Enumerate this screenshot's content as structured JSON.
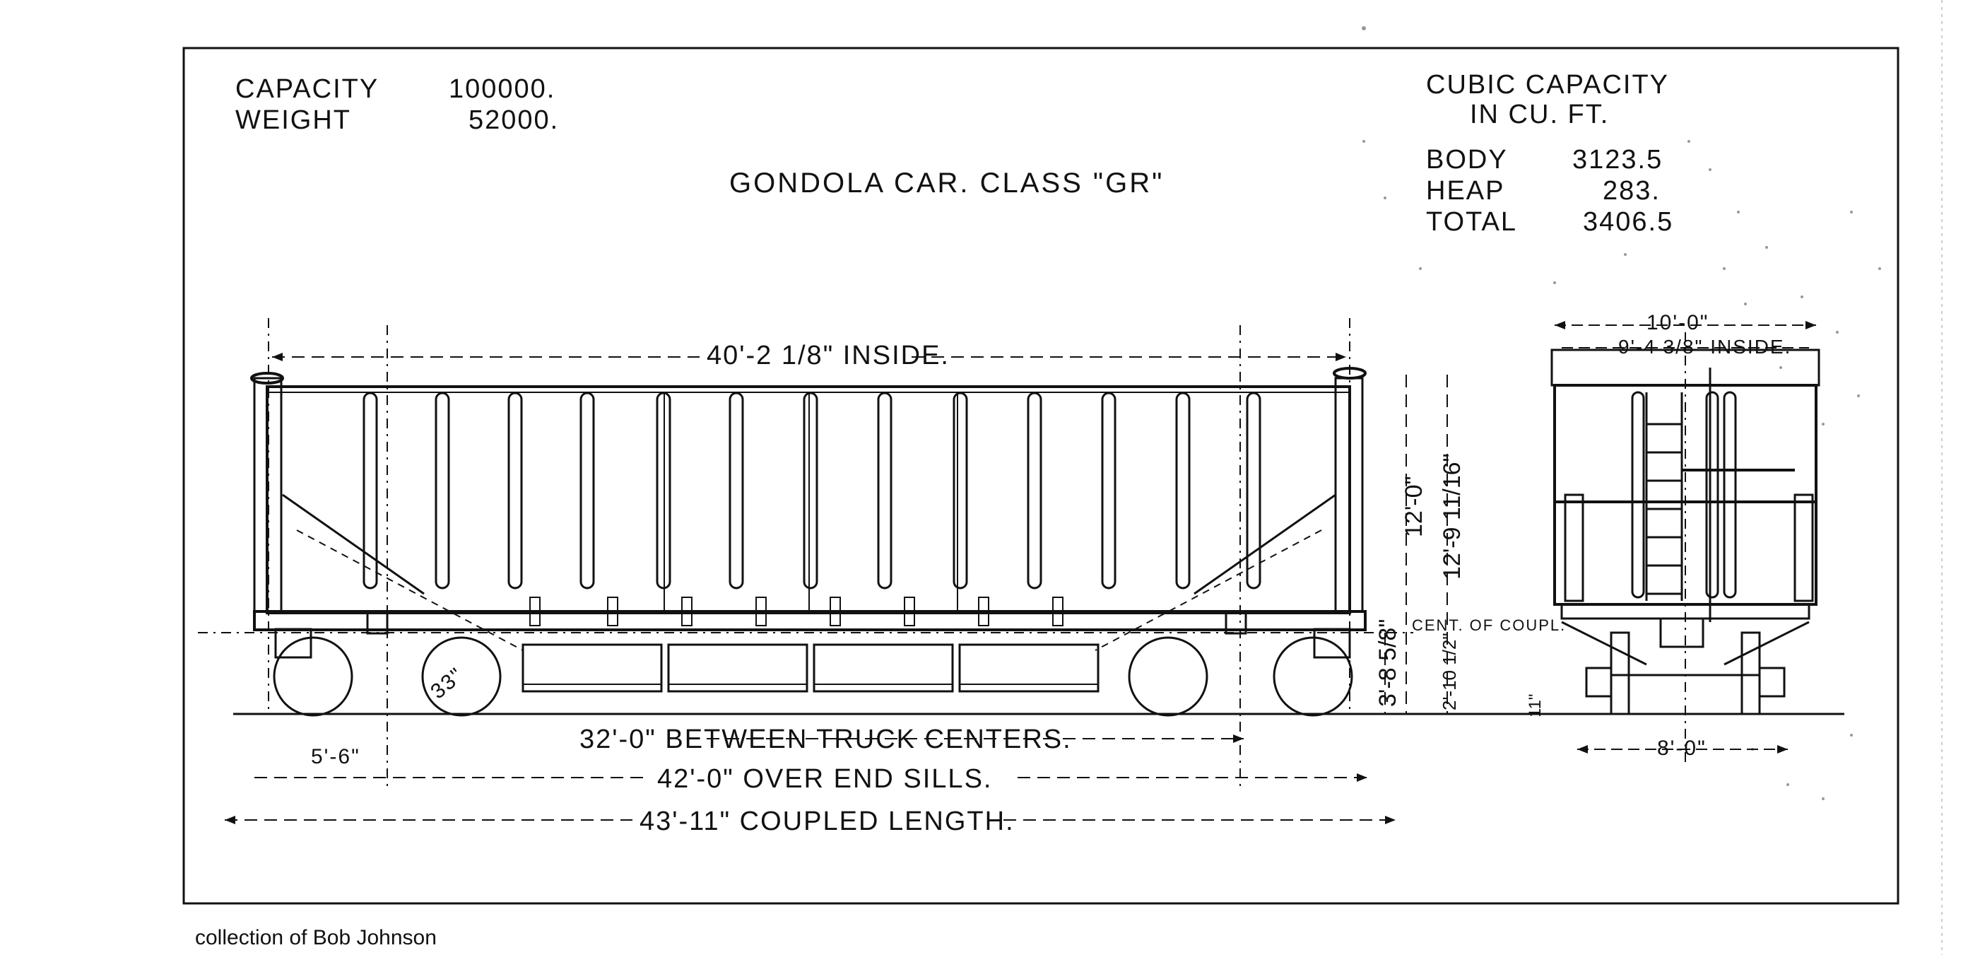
{
  "specs": {
    "capacity_label": "CAPACITY",
    "capacity_value": "100000.",
    "weight_label": "WEIGHT",
    "weight_value": "52000."
  },
  "title": "GONDOLA CAR. CLASS \"GR\"",
  "cubic": {
    "heading_line1": "CUBIC CAPACITY",
    "heading_line2": "IN CU. FT.",
    "body_label": "BODY",
    "body_value": "3123.5",
    "heap_label": "HEAP",
    "heap_value": "283.",
    "total_label": "TOTAL",
    "total_value": "3406.5"
  },
  "dimensions": {
    "inside_length": "40'-2 1/8\" INSIDE.",
    "height_body": "12'-0\"",
    "height_overall": "12'-9 11/16\"",
    "height_coupler": "3'-8 5/8\"",
    "height_sill": "2'-10 1/2\"",
    "height_rail": "11\"",
    "center_of_coupler": "CENT. OF COUPL.",
    "wheelbase": "5'-6\"",
    "wheel_diameter": "33\"",
    "truck_centers": "32'-0\" BETWEEN TRUCK CENTERS.",
    "over_end_sills": "42'-0\" OVER END SILLS.",
    "coupled_length": "43'-11\" COUPLED LENGTH.",
    "end_width_outside": "10'-0\"",
    "end_width_inside": "9'-4 3/8\" INSIDE.",
    "end_track_gauge": "8'-0\""
  },
  "credit": "collection of Bob Johnson"
}
